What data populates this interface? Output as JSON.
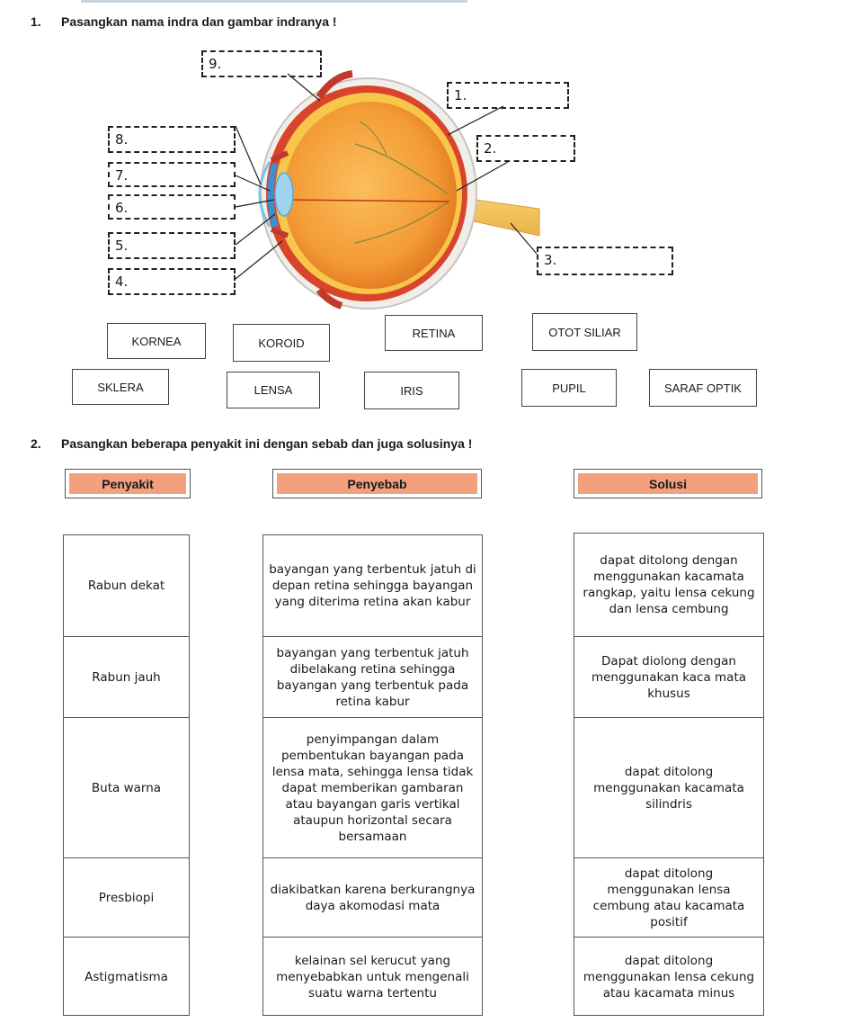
{
  "q1": {
    "number": "1.",
    "text": "Pasangkan nama indra dan gambar indranya !",
    "labels": [
      "9.",
      "1.",
      "8.",
      "2.",
      "7.",
      "6.",
      "5.",
      "3.",
      "4."
    ],
    "words_row1": [
      "KORNEA",
      "KOROID",
      "RETINA",
      "OTOT SILIAR"
    ],
    "words_row2": [
      "SKLERA",
      "LENSA",
      "IRIS",
      "PUPIL",
      "SARAF OPTIK"
    ]
  },
  "q2": {
    "number": "2.",
    "text": "Pasangkan beberapa penyakit ini dengan sebab dan juga solusinya !",
    "headers": {
      "penyakit": "Penyakit",
      "penyebab": "Penyebab",
      "solusi": "Solusi"
    },
    "penyakit": [
      "Rabun dekat",
      "Rabun jauh",
      "Buta warna",
      "Presbiopi",
      "Astigmatisma"
    ],
    "penyebab": [
      "bayangan yang terbentuk jatuh di depan retina sehingga bayangan yang diterima retina akan kabur",
      "bayangan yang terbentuk jatuh dibelakang retina sehingga bayangan yang terbentuk pada retina kabur",
      "penyimpangan dalam pembentukan bayangan pada lensa mata, sehingga lensa tidak dapat memberikan gambaran atau bayangan garis vertikal ataupun horizontal secara bersamaan",
      "diakibatkan karena berkurangnya daya akomodasi mata",
      "kelainan sel kerucut yang menyebabkan untuk mengenali suatu warna tertentu"
    ],
    "solusi": [
      "dapat ditolong dengan menggunakan kacamata rangkap, yaitu lensa cekung dan lensa cembung",
      "Dapat diolong dengan menggunakan kaca mata khusus",
      "dapat ditolong menggunakan kacamata silindris",
      "dapat ditolong menggunakan lensa cembung atau kacamata positif",
      "dapat ditolong menggunakan lensa cekung atau kacamata minus"
    ]
  },
  "colors": {
    "accent": "#f2a07d",
    "eye_orange": "#f4a640",
    "lens_blue": "#9fd3ee"
  }
}
